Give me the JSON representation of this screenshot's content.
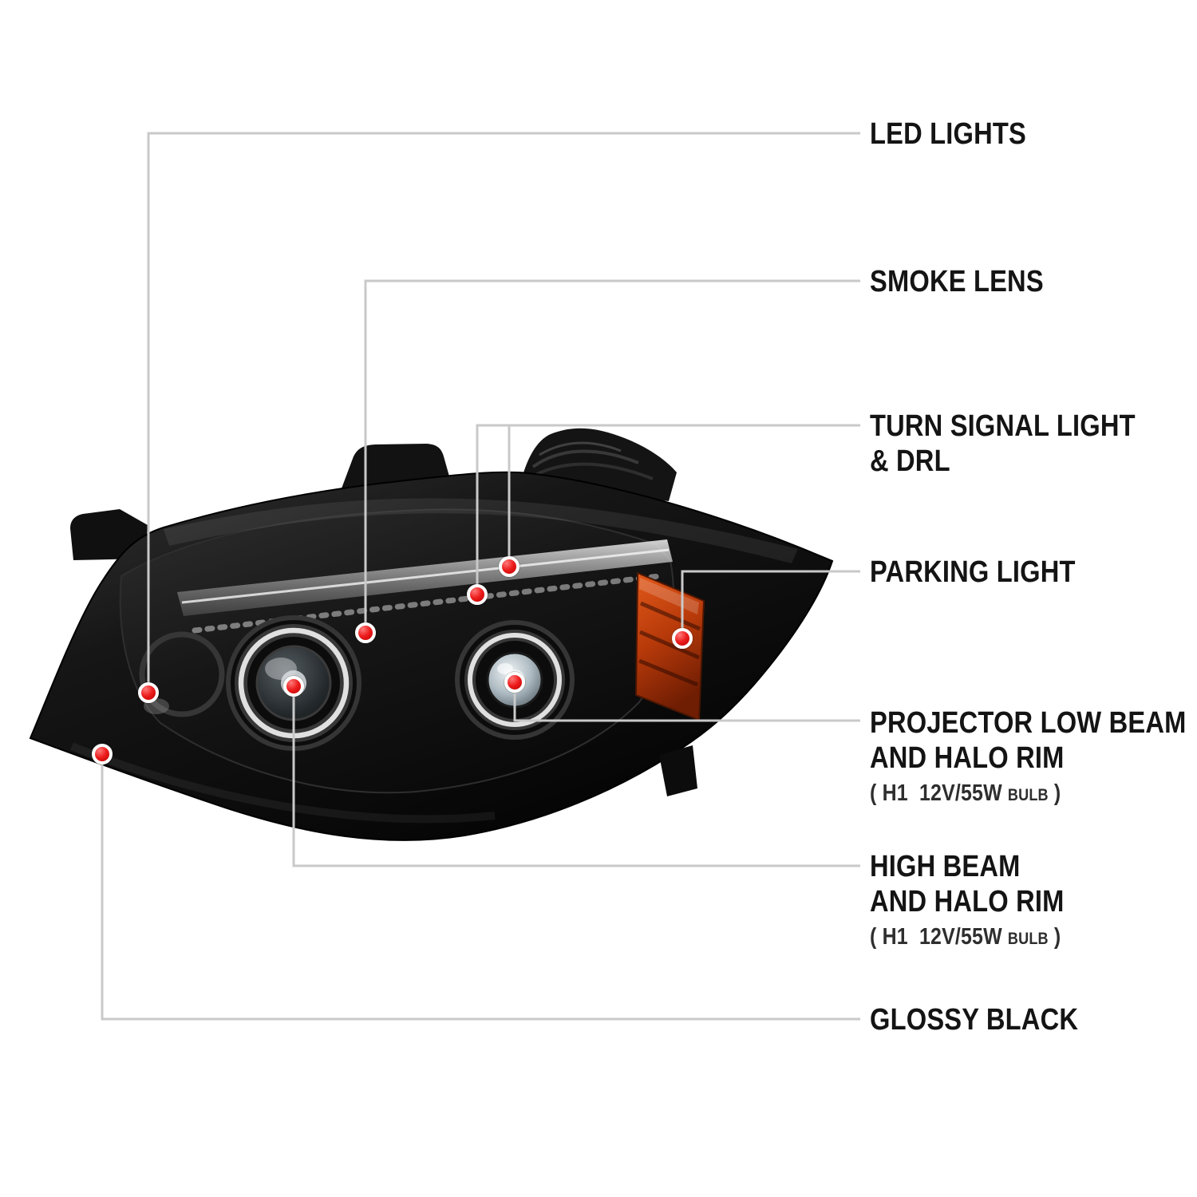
{
  "diagram": {
    "subject": "glossy black smoked projector headlight with dual halo rims",
    "style": "product feature callout diagram"
  },
  "colors": {
    "background": "#ffffff",
    "marker_red": "#e60000",
    "leader_line": "#c9c9c9",
    "label_text": "#141414",
    "spec_text": "#2e2e2e",
    "housing_black": "#0a0a0a",
    "halo_ring": "#e9e9e9",
    "amber_reflector": "#b83a0a"
  },
  "icons": {
    "marker": "red-dot"
  },
  "callouts": {
    "led_lights": {
      "label": "LED LIGHTS"
    },
    "smoke_lens": {
      "label": "SMOKE LENS"
    },
    "turn_signal": {
      "line1": "TURN SIGNAL LIGHT",
      "line2": "& DRL"
    },
    "parking_light": {
      "label": "PARKING LIGHT"
    },
    "projector_low_beam": {
      "line1": "PROJECTOR LOW BEAM",
      "line2": "AND HALO RIM",
      "spec_open": "( H1  12V/55W ",
      "spec_bulb": "BULB",
      "spec_close": " )"
    },
    "high_beam": {
      "line1": "HIGH BEAM",
      "line2": "AND HALO RIM",
      "spec_open": "( H1  12V/55W ",
      "spec_bulb": "BULB",
      "spec_close": " )"
    },
    "glossy_black": {
      "label": "GLOSSY BLACK"
    }
  }
}
